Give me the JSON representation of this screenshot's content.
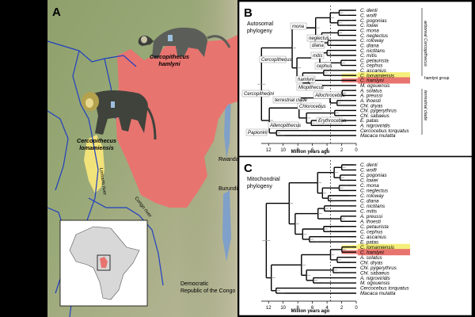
{
  "panels": {
    "a": {
      "letter": "A",
      "species_hamlyni": [
        "Cercopithecus",
        "hamlyni"
      ],
      "species_lomamiensis": [
        "Cercopithecus",
        "lomamiensis"
      ],
      "rivers": [
        "Lomami river",
        "Congo river"
      ],
      "places": [
        "Rwanda",
        "Burundi",
        "Democratic",
        "Republic of the Congo"
      ]
    },
    "b": {
      "letter": "B",
      "title": [
        "Autosomal",
        "phylogeny"
      ],
      "axis_title": "Million years ago",
      "ticks": [
        "12",
        "10",
        "8",
        "6",
        "4",
        "2",
        "0"
      ],
      "tips": [
        "C. denti",
        "C. wolfi",
        "C. pogonias",
        "C. lowei",
        "C. mona",
        "C. neglectus",
        "C. roloway",
        "C. diana",
        "C. nictitans",
        "C. mitis",
        "C. petaurista",
        "C. cephus",
        "C. ascanius",
        "C. lomamiensis",
        "C. hamlyni",
        "M. ogouensis",
        "A. solatus",
        "A. preussi",
        "A. lhoesti",
        "Chl. dryas",
        "Chl. pygerythrus",
        "Chl. sabaeus",
        "E. patas",
        "A. nigroviridis",
        "Cercocebus torquatus",
        "Macaca mulatta"
      ],
      "clade_labels": [
        "mona",
        "neglectus",
        "diana",
        "mitis",
        "cephus",
        "Cercopithecus",
        "hamlyni",
        "Miopithecus",
        "Allochrocebus",
        "Chlorocebus",
        "terrestrial clade",
        "Erythrocebus",
        "Cercopithecini",
        "Allenopithecus",
        "Papionini"
      ],
      "side_labels": [
        "arboreal Cercopithecus",
        "hamlyni group",
        "terrestrial clade"
      ]
    },
    "c": {
      "letter": "C",
      "title": [
        "Mitochondrial",
        "phylogeny"
      ],
      "axis_title": "Million years ago",
      "ticks": [
        "12",
        "10",
        "8",
        "6",
        "4",
        "2",
        "0"
      ],
      "tips": [
        "C. denti",
        "C. wolfi",
        "C. pogonias",
        "C. lowei",
        "C. mona",
        "C. neglectus",
        "C. roloway",
        "C. diana",
        "C. nictitans",
        "C. mitis",
        "A. preussi",
        "A. lhoesti",
        "C. petaurista",
        "C. cephus",
        "C. ascanius",
        "E. patas",
        "C. lomamiensis",
        "C. hamlyni",
        "A. solatus",
        "Chl. dryas",
        "Chl. pygerythrus",
        "Chl. sabaeus",
        "A. nigroviridis",
        "M. ogouensis",
        "Cercocebus torquatus",
        "Macaca mulatta"
      ]
    }
  },
  "colors": {
    "hamlyni_range": "#e8746f",
    "lomamiensis_range": "#f2e27a",
    "river": "#1f3fc0",
    "hamlyni_highlight": "#e8746f",
    "lomamiensis_highlight": "#f4ef7a"
  }
}
